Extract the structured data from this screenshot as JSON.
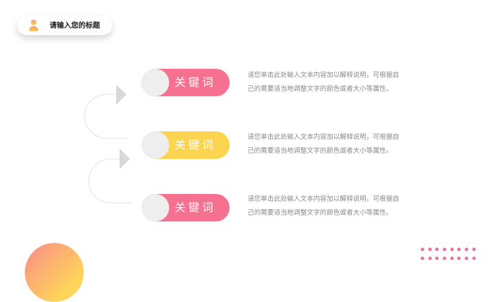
{
  "header": {
    "title": "请输入您的标题",
    "icon": "person-icon"
  },
  "colors": {
    "pink": "#f6708f",
    "yellow": "#fdd44f",
    "knob": "#eeeeee",
    "arrow": "#d9d9d9",
    "curve": "#e0e0e0",
    "desc_text": "#8a8a8a",
    "sun_start": "#f98a8a",
    "sun_end": "#fed45a",
    "dots": "#f06f92"
  },
  "items": [
    {
      "keyword": "关键词",
      "color": "pink",
      "desc_line1": "请您单击此处输入文本内容加以解释说明，可根据自",
      "desc_line2": "己的需要适当地调整文字的颜色或者大小等属性。"
    },
    {
      "keyword": "关键词",
      "color": "yellow",
      "desc_line1": "请您单击此处输入文本内容加以解释说明，可根据自",
      "desc_line2": "己的需要适当地调整文字的颜色或者大小等属性。"
    },
    {
      "keyword": "关键词",
      "color": "pink",
      "desc_line1": "请您单击此处输入文本内容加以解释说明，可根据自",
      "desc_line2": "己的需要适当地调整文字的颜色或者大小等属性。"
    }
  ],
  "decorations": {
    "dot_rows": 2,
    "dot_cols": 8
  }
}
